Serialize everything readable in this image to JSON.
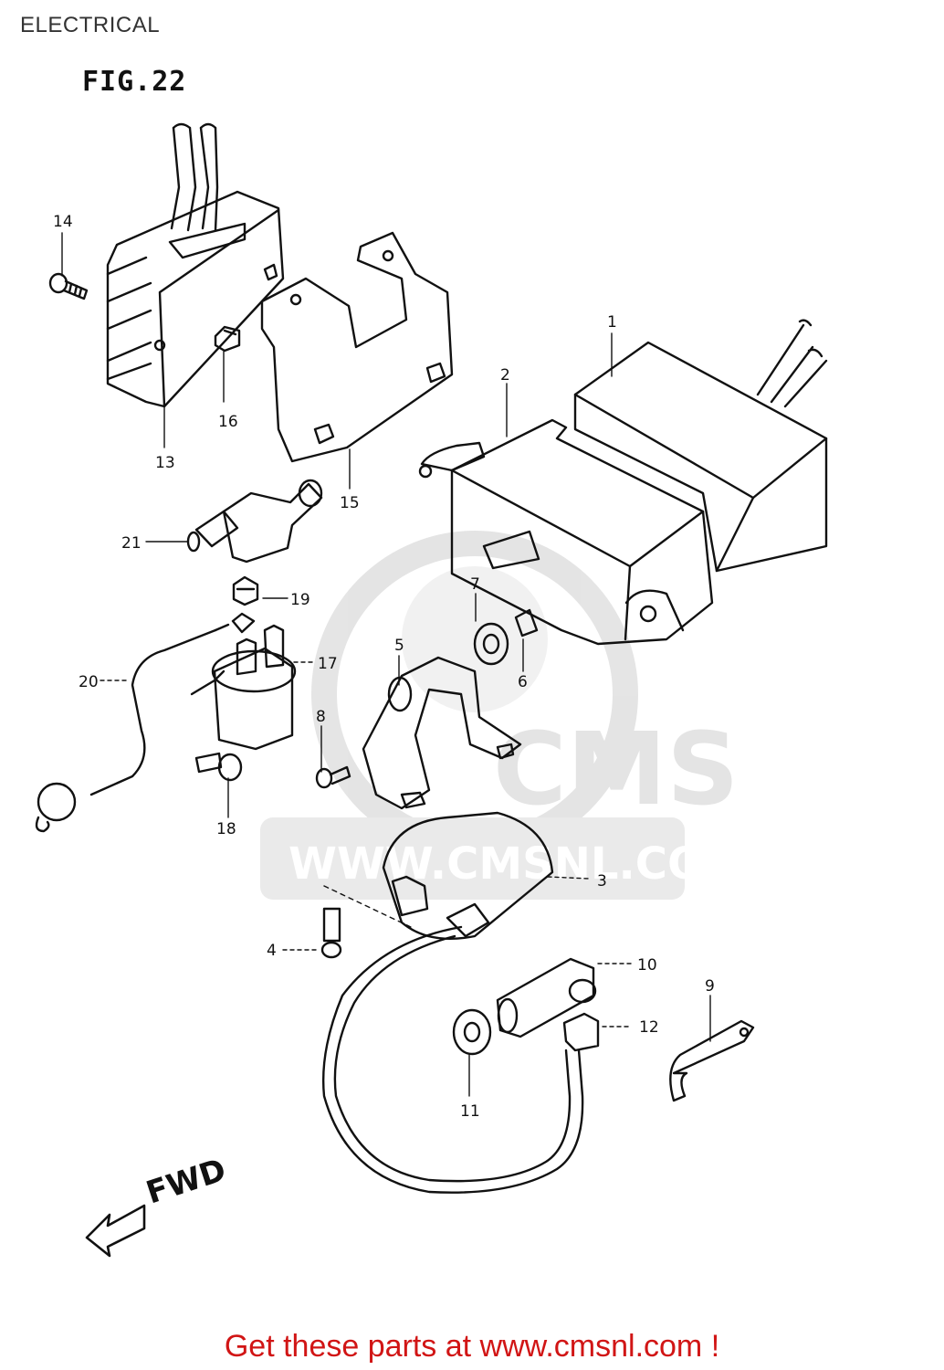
{
  "page": {
    "title": "ELECTRICAL",
    "figure_label": "FIG.22"
  },
  "callouts": {
    "c1": "1",
    "c2": "2",
    "c3": "3",
    "c4": "4",
    "c5": "5",
    "c6": "6",
    "c7": "7",
    "c8": "8",
    "c9": "9",
    "c10": "10",
    "c11": "11",
    "c12": "12",
    "c13": "13",
    "c14": "14",
    "c15": "15",
    "c16": "16",
    "c17": "17",
    "c18": "18",
    "c19": "19",
    "c20": "20",
    "c21": "21"
  },
  "direction_label": "FWD",
  "watermark": {
    "brand": "CMS",
    "url": "WWW.CMSNL.COM"
  },
  "footer": {
    "link_text": "Get these parts at www.cmsnl.com !"
  },
  "colors": {
    "line": "#111111",
    "watermark": "#dddddd",
    "footer_link": "#d11515"
  }
}
